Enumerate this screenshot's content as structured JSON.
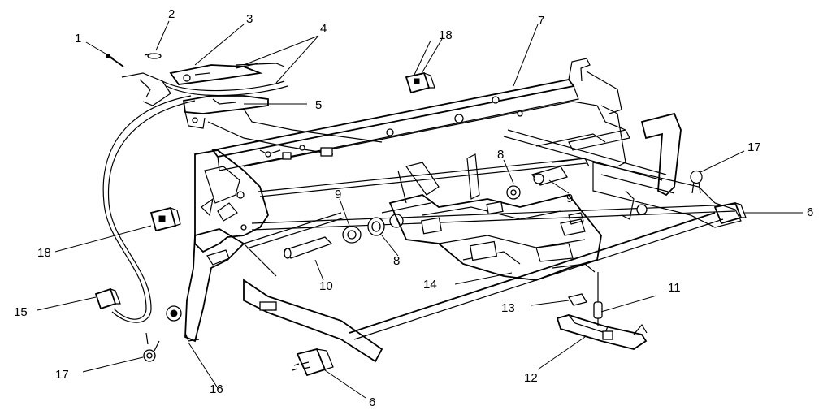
{
  "diagram": {
    "callouts": [
      {
        "id": "c1",
        "label": "1"
      },
      {
        "id": "c2",
        "label": "2"
      },
      {
        "id": "c3",
        "label": "3"
      },
      {
        "id": "c4",
        "label": "4"
      },
      {
        "id": "c5",
        "label": "5"
      },
      {
        "id": "c6a",
        "label": "6"
      },
      {
        "id": "c6b",
        "label": "6"
      },
      {
        "id": "c7",
        "label": "7"
      },
      {
        "id": "c8a",
        "label": "8"
      },
      {
        "id": "c8b",
        "label": "8"
      },
      {
        "id": "c9a",
        "label": "9"
      },
      {
        "id": "c9b",
        "label": "9"
      },
      {
        "id": "c10",
        "label": "10"
      },
      {
        "id": "c11",
        "label": "11"
      },
      {
        "id": "c12",
        "label": "12"
      },
      {
        "id": "c13",
        "label": "13"
      },
      {
        "id": "c14",
        "label": "14"
      },
      {
        "id": "c15",
        "label": "15"
      },
      {
        "id": "c16",
        "label": "16"
      },
      {
        "id": "c17a",
        "label": "17"
      },
      {
        "id": "c17b",
        "label": "17"
      },
      {
        "id": "c18a",
        "label": "18"
      },
      {
        "id": "c18b",
        "label": "18"
      }
    ]
  }
}
